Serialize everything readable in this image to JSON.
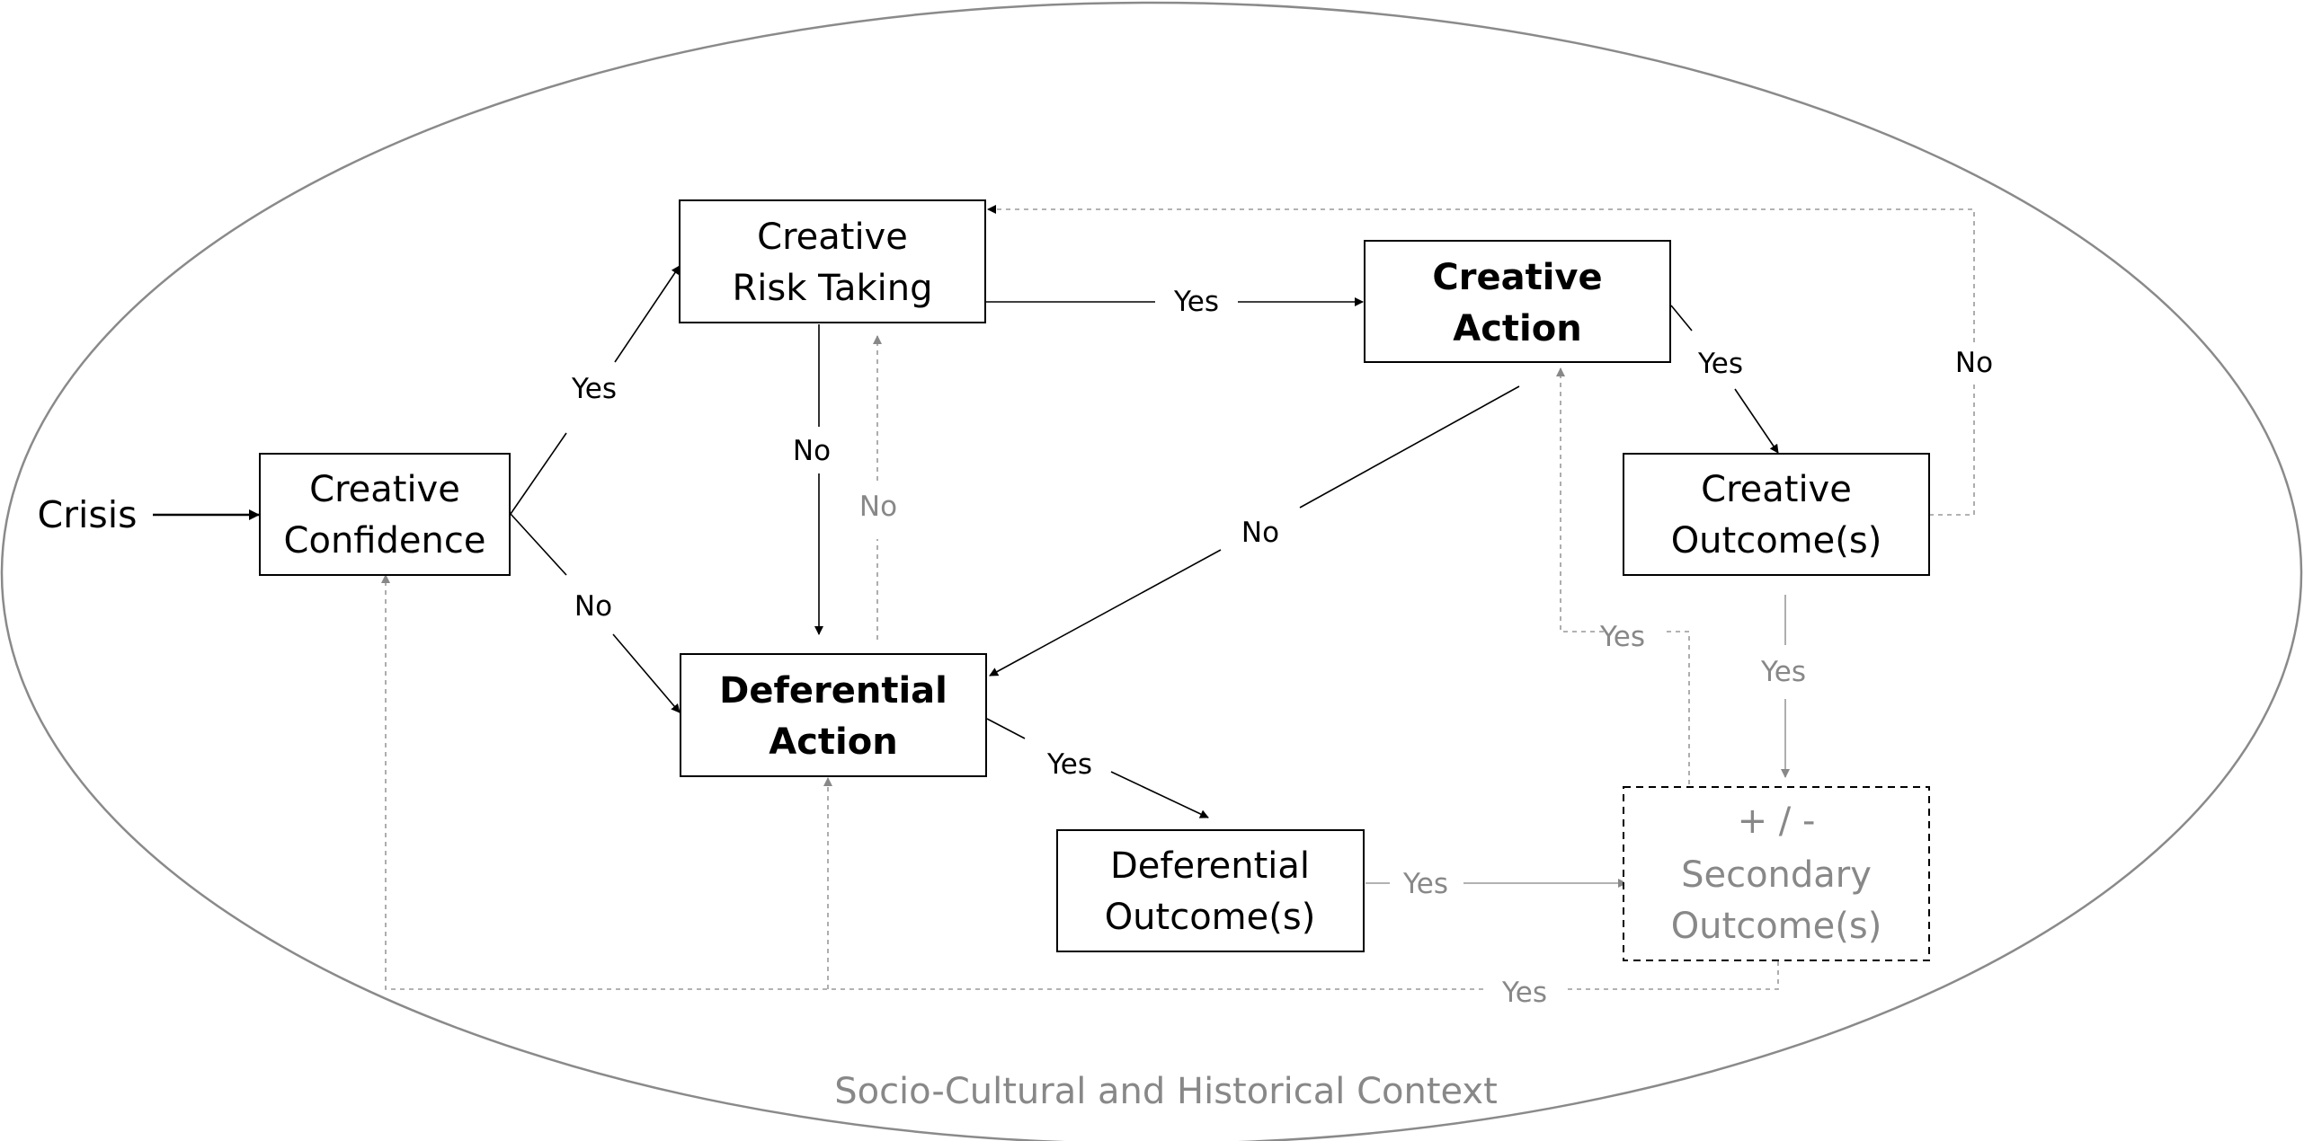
{
  "context_label": "Socio-Cultural and Historical Context",
  "start_label": "Crisis",
  "nodes": {
    "creative_confidence": {
      "line1": "Creative",
      "line2": "Confidence"
    },
    "creative_risk_taking": {
      "line1": "Creative",
      "line2": "Risk Taking"
    },
    "creative_action": {
      "line1": "Creative",
      "line2": "Action"
    },
    "creative_outcomes": {
      "line1": "Creative",
      "line2": "Outcome(s)"
    },
    "deferential_action": {
      "line1": "Deferential",
      "line2": "Action"
    },
    "deferential_outcomes": {
      "line1": "Deferential",
      "line2": "Outcome(s)"
    },
    "secondary_outcomes": {
      "line1": "+ / -",
      "line2": "Secondary",
      "line3": "Outcome(s)"
    }
  },
  "edges": {
    "confidence_to_risk": "Yes",
    "confidence_to_deferential": "No",
    "risk_to_creative_action": "Yes",
    "risk_to_deferential": "No",
    "deferential_to_risk": "No",
    "creative_action_to_deferential": "No",
    "creative_action_to_outcomes": "Yes",
    "creative_outcomes_to_risk": "No",
    "creative_outcomes_to_secondary": "Yes",
    "secondary_to_creative_action": "Yes",
    "deferential_action_to_outcomes": "Yes",
    "deferential_outcomes_to_secondary": "Yes",
    "secondary_feedback": "Yes"
  }
}
